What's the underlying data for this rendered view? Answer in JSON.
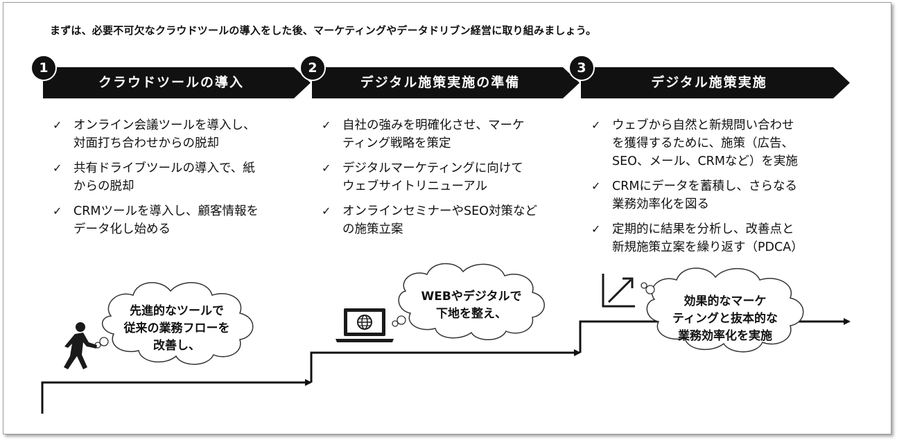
{
  "intro": "まずは、必要不可欠なクラウドツールの導入をした後、マーケティングやデータドリブン経営に取り組みましょう。",
  "steps": [
    {
      "number": "1",
      "title": "クラウドツールの導入",
      "bullets": [
        {
          "check": "✓",
          "text": [
            "オンライン会議ツールを導入し、",
            "対面打ち合わせからの脱却"
          ]
        },
        {
          "check": "✓",
          "text": [
            "共有ドライブツールの導入で、紙",
            "からの脱却"
          ]
        },
        {
          "check": "✓",
          "text": [
            "CRMツールを導入し、顧客情報を",
            "データ化し始める"
          ]
        }
      ],
      "caption": [
        "先進的なツールで",
        "従来の業務フローを",
        "改善し、"
      ],
      "icon": "walking-person-icon"
    },
    {
      "number": "2",
      "title": "デジタル施策実施の準備",
      "bullets": [
        {
          "check": "✓",
          "text": [
            "自社の強みを明確化させ、マーケ",
            "ティング戦略を策定"
          ]
        },
        {
          "check": "✓",
          "text": [
            "デジタルマーケティングに向けて",
            "ウェブサイトリニューアル"
          ]
        },
        {
          "check": "✓",
          "text": [
            "オンラインセミナーやSEO対策など",
            "の施策立案"
          ]
        }
      ],
      "caption": [
        "WEBやデジタルで",
        "下地を整え、"
      ],
      "icon": "laptop-globe-icon"
    },
    {
      "number": "3",
      "title": "デジタル施策実施",
      "bullets": [
        {
          "check": "✓",
          "text": [
            "ウェブから自然と新規問い合わせ",
            "を獲得するために、施策（広告、",
            "SEO、メール、CRMなど）を実施"
          ]
        },
        {
          "check": "✓",
          "text": [
            "CRMにデータを蓄積し、さらなる",
            "業務効率化を図る"
          ]
        },
        {
          "check": "✓",
          "text": [
            "定期的に結果を分析し、改善点と",
            "新規施策立案を繰り返す（PDCA）"
          ]
        }
      ],
      "caption": [
        "効果的なマーケ",
        "ティングと抜本的な",
        "業務効率化を実施"
      ],
      "icon": "growth-chart-icon"
    }
  ],
  "colors": {
    "primary": "#111111",
    "background": "#ffffff",
    "cloud_stroke": "#333333"
  }
}
